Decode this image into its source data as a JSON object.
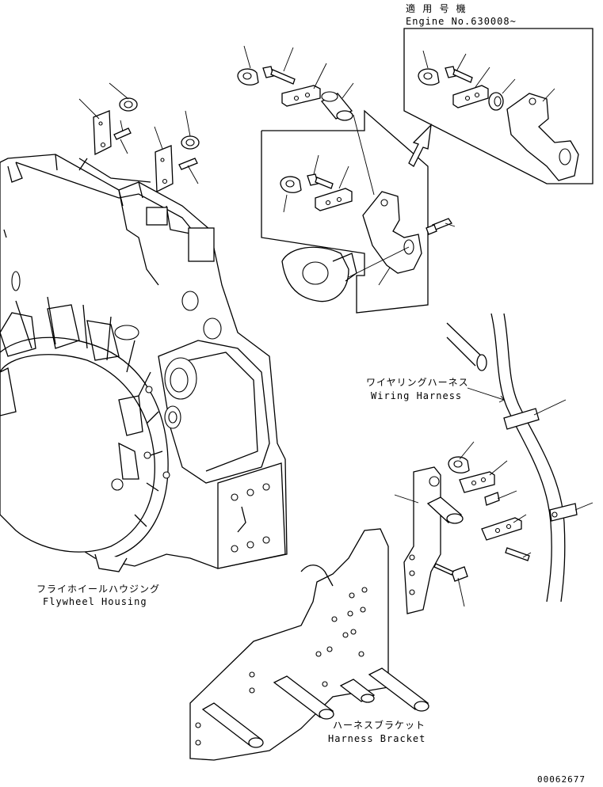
{
  "applicability": {
    "title_jp": "適 用 号 機",
    "title_en": "Engine No.630008~"
  },
  "labels": {
    "wiring_harness_jp": "ワイヤリングハーネス",
    "wiring_harness_en": "Wiring Harness",
    "flywheel_housing_jp": "フライホイールハウジング",
    "flywheel_housing_en": "Flywheel Housing",
    "harness_bracket_jp": "ハーネスブラケット",
    "harness_bracket_en": "Harness Bracket"
  },
  "drawing_number": "00062677"
}
